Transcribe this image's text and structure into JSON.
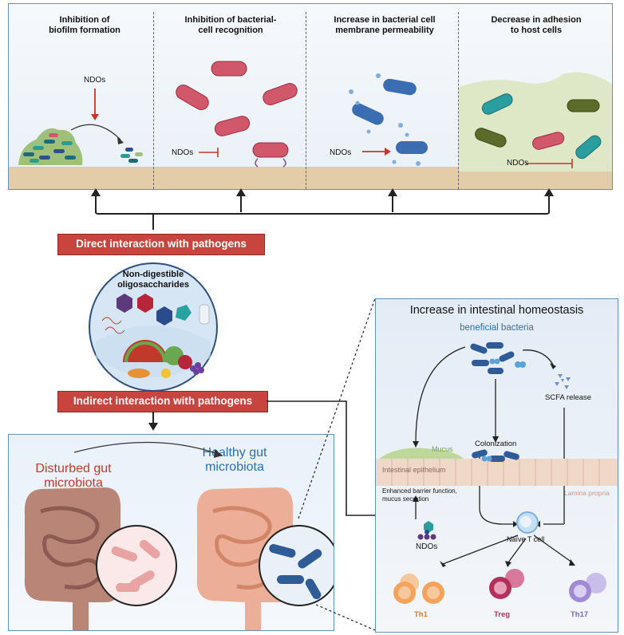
{
  "top_panel": {
    "titles": [
      "Inhibition of\nbiofilm formation",
      "Inhibition of bacterial-\ncell recognition",
      "Increase in bacterial cell\nmembrane permeability",
      "Decrease in adhesion\nto host cells"
    ],
    "ndos_label": "NDOs"
  },
  "direct_label": "Direct interaction with pathogens",
  "circle": {
    "title": "Non-digestible\noligosaccharides"
  },
  "indirect_label": "Indirect interaction with pathogens",
  "gut_panel": {
    "disturbed": "Disturbed gut\nmicrobiota",
    "healthy": "Healthy gut\nmicrobiota"
  },
  "homeostasis": {
    "title": "Increase in intestinal homeostasis",
    "beneficial": "beneficial bacteria",
    "scfa": "SCFA release",
    "colonization": "Colonization",
    "mucus": "Mucus",
    "epithelium": "Intestinal epithelium",
    "lamina": "Lamina propria",
    "barrier": "Enhanced barrier function,\nmucus secretion",
    "ndos": "NDOs",
    "naive": "Naïve T cell",
    "th1": "Th1",
    "treg": "Treg",
    "th17": "Th17"
  },
  "colors": {
    "red_box": "#c8443f",
    "panel_border": "#6b8fb0",
    "panel_bg": "#eef3f9",
    "ground": "#e3cda8",
    "pathogen": "#d0586a",
    "beneficial": "#2f5b96",
    "disturbed_text": "#c0392b",
    "healthy_text": "#2e6fb0",
    "th1": "#f3a35c",
    "treg": "#b2305a",
    "th17": "#9f8ad6"
  }
}
